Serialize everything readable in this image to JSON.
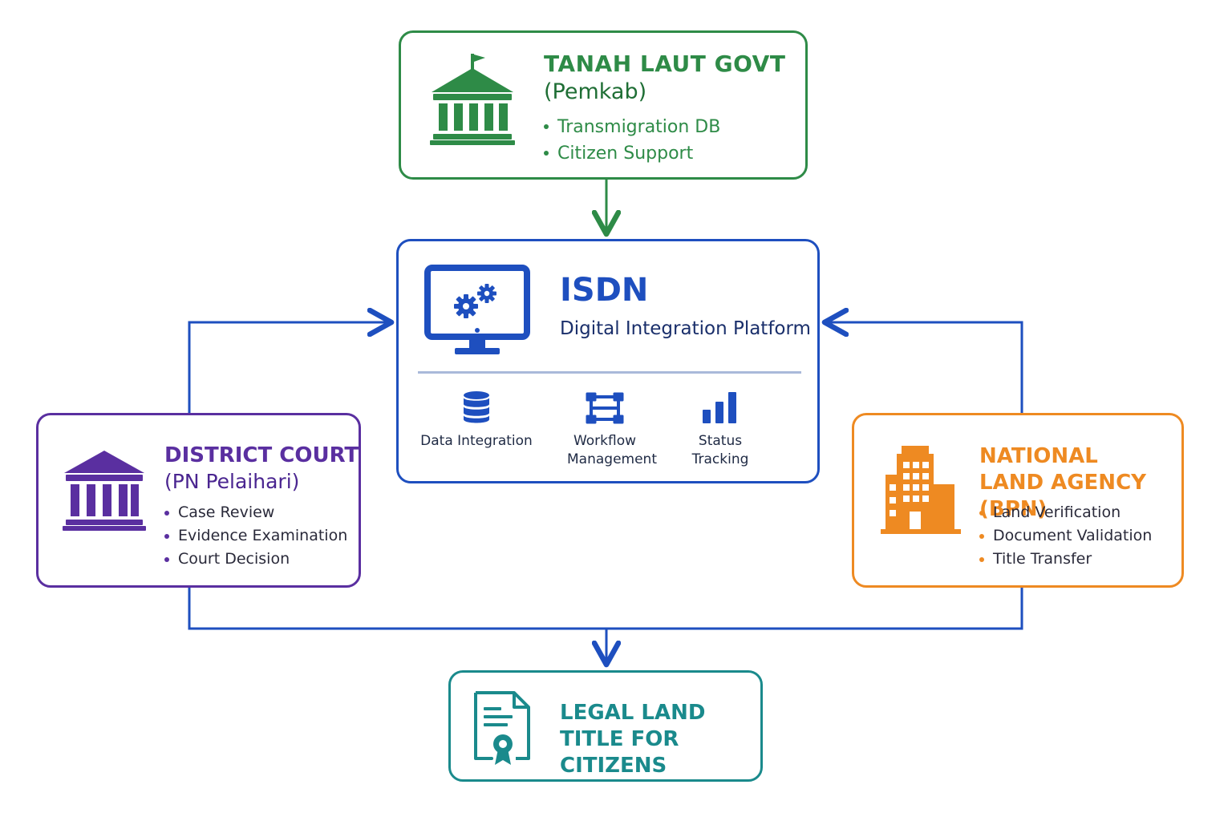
{
  "colors": {
    "govt": "#2e8b47",
    "isdn": "#1e4fbf",
    "court": "#5a2fa0",
    "bpn": "#ee8a22",
    "legal": "#1a8a8c",
    "connector_blue": "#1e4fbf",
    "connector_green": "#2e8b47"
  },
  "govt": {
    "icon": "government-building-icon",
    "title": "TANAH LAUT GOVT",
    "subtitle": "(Pemkab)",
    "items": [
      "Transmigration DB",
      "Citizen Support"
    ]
  },
  "isdn": {
    "icon": "computer-gears-icon",
    "title": "ISDN",
    "subtitle": "Digital Integration Platform",
    "features": [
      {
        "icon": "database-icon",
        "label": "Data Integration"
      },
      {
        "icon": "workflow-icon",
        "label": "Workflow Management"
      },
      {
        "icon": "bar-chart-icon",
        "label": "Status Tracking"
      }
    ]
  },
  "court": {
    "icon": "courthouse-icon",
    "title": "DISTRICT COURT",
    "subtitle": "(PN Pelaihari)",
    "items": [
      "Case Review",
      "Evidence Examination",
      "Court Decision"
    ]
  },
  "bpn": {
    "icon": "office-building-icon",
    "title": "NATIONAL LAND AGENCY (BPN)",
    "items": [
      "Land Verification",
      "Document Validation",
      "Title Transfer"
    ]
  },
  "legal": {
    "icon": "certificate-document-icon",
    "title": "LEGAL LAND TITLE FOR CITIZENS"
  }
}
